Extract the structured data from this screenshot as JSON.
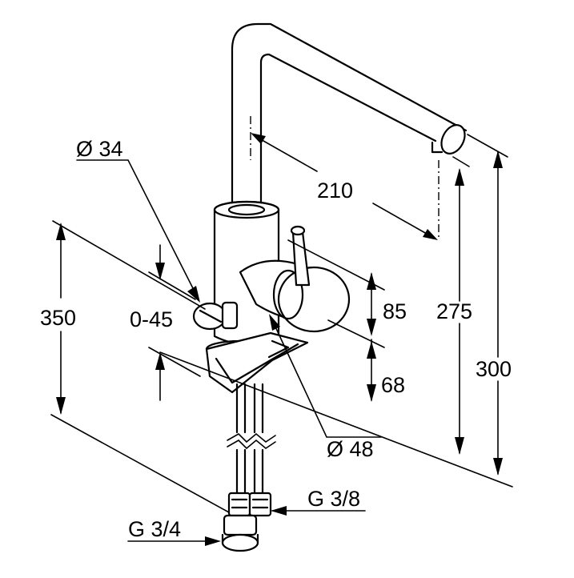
{
  "dimensions": {
    "spout_reach": "210",
    "height_275": "275",
    "height_300": "300",
    "height_350": "350",
    "lever_85": "85",
    "base_68": "68",
    "swivel_angle": "0-45",
    "diam_34": "Ø 34",
    "diam_48": "Ø 48",
    "thread_38": "G 3/8",
    "thread_34": "G 3/4"
  }
}
